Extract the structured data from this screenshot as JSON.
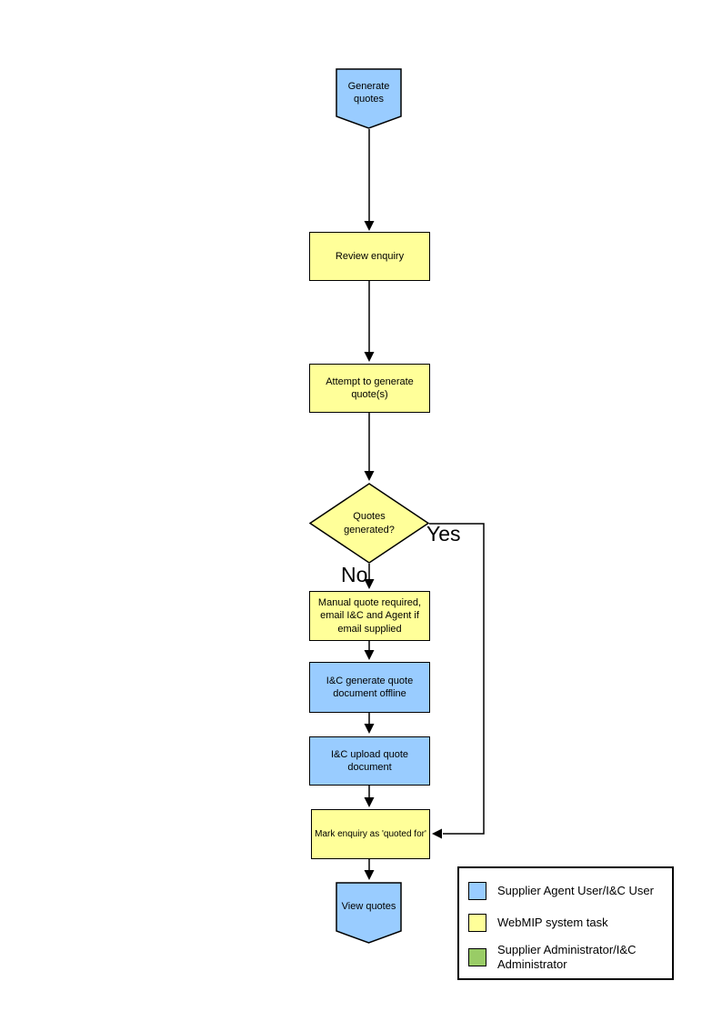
{
  "colors": {
    "agent_user": "#99CCFF",
    "system_task": "#FFFF99",
    "admin": "#99CC66",
    "line": "#000000"
  },
  "flow": {
    "nodes": {
      "start": {
        "label": "Generate quotes",
        "role": "agent_user",
        "shape": "pentagon-down"
      },
      "review": {
        "label": "Review enquiry",
        "role": "system_task",
        "shape": "rect"
      },
      "attempt": {
        "label": "Attempt to generate quote(s)",
        "role": "system_task",
        "shape": "rect"
      },
      "decision": {
        "label": "Quotes generated?",
        "role": "system_task",
        "shape": "diamond"
      },
      "manual": {
        "label": "Manual quote required, email I&C and Agent if email supplied",
        "role": "system_task",
        "shape": "rect"
      },
      "ic_generate": {
        "label": "I&C generate quote document offline",
        "role": "agent_user",
        "shape": "rect"
      },
      "ic_upload": {
        "label": "I&C upload quote document",
        "role": "agent_user",
        "shape": "rect"
      },
      "mark": {
        "label": "Mark enquiry as 'quoted for'",
        "role": "system_task",
        "shape": "rect"
      },
      "end": {
        "label": "View quotes",
        "role": "agent_user",
        "shape": "pentagon-down"
      }
    },
    "branch_labels": {
      "yes": "Yes",
      "no": "No"
    }
  },
  "legend": {
    "items": [
      {
        "label": "Supplier Agent User/I&C User",
        "color": "#99CCFF"
      },
      {
        "label": "WebMIP system task",
        "color": "#FFFF99"
      },
      {
        "label": "Supplier Administrator/I&C Administrator",
        "color": "#99CC66"
      }
    ]
  }
}
